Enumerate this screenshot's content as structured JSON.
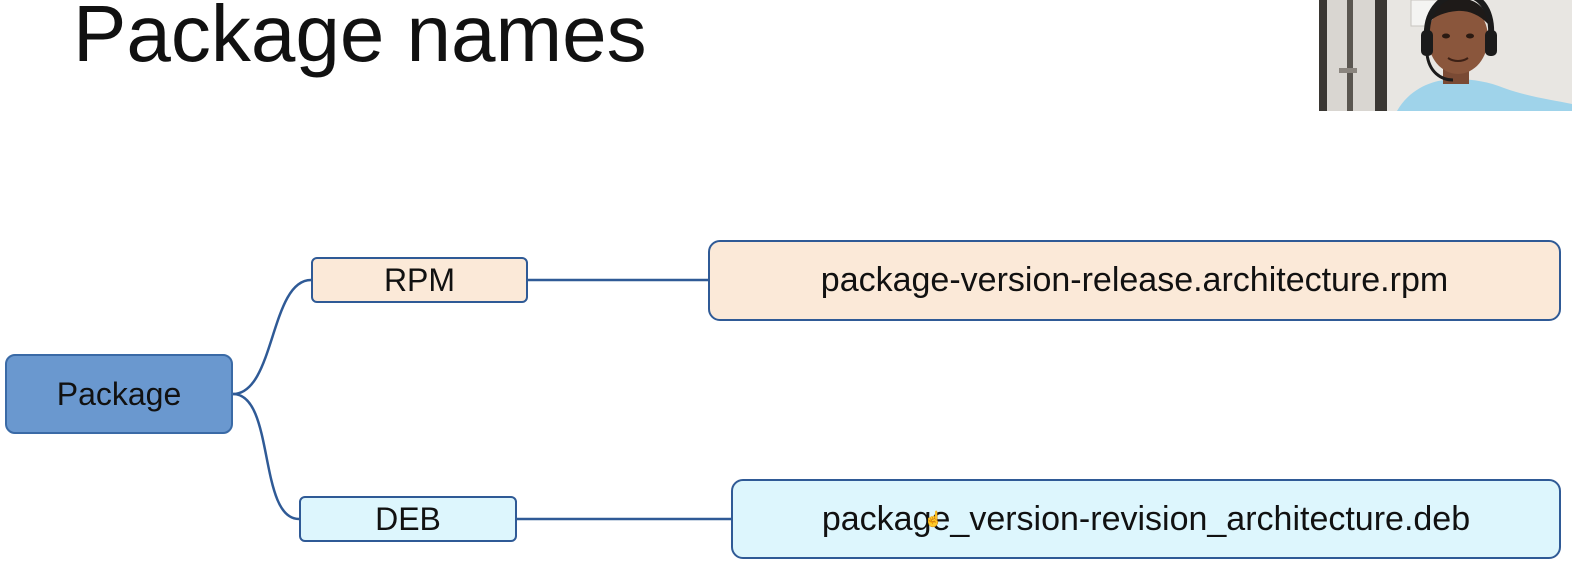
{
  "slide": {
    "title": "Package names"
  },
  "diagram": {
    "root": {
      "label": "Package",
      "color": "#6a98cf"
    },
    "branches": [
      {
        "label": "RPM",
        "format": "package-version-release.architecture.rpm",
        "color": "#fbe9d8"
      },
      {
        "label": "DEB",
        "format": "package_version-revision_architecture.deb",
        "color": "#ddf6fd"
      }
    ],
    "connector_color": "#2f5a96"
  },
  "video": {
    "icon": "webcam-presenter-thumbnail"
  },
  "cursor": {
    "icon": "hand-pointer-icon"
  }
}
